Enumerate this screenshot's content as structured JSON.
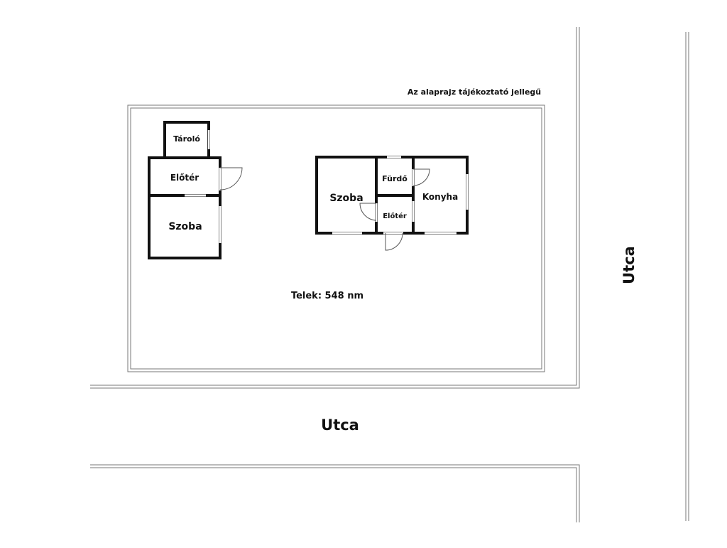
{
  "note": "Az alaprajz tájékoztató jellegű",
  "plot_label": "Telek: 548 nm",
  "street_bottom": "Utca",
  "street_right": "Utca",
  "building_left": {
    "rooms": [
      "Tároló",
      "Előtér",
      "Szoba"
    ]
  },
  "building_right": {
    "rooms": [
      "Szoba",
      "Fürdő",
      "Előtér",
      "Konyha"
    ]
  }
}
